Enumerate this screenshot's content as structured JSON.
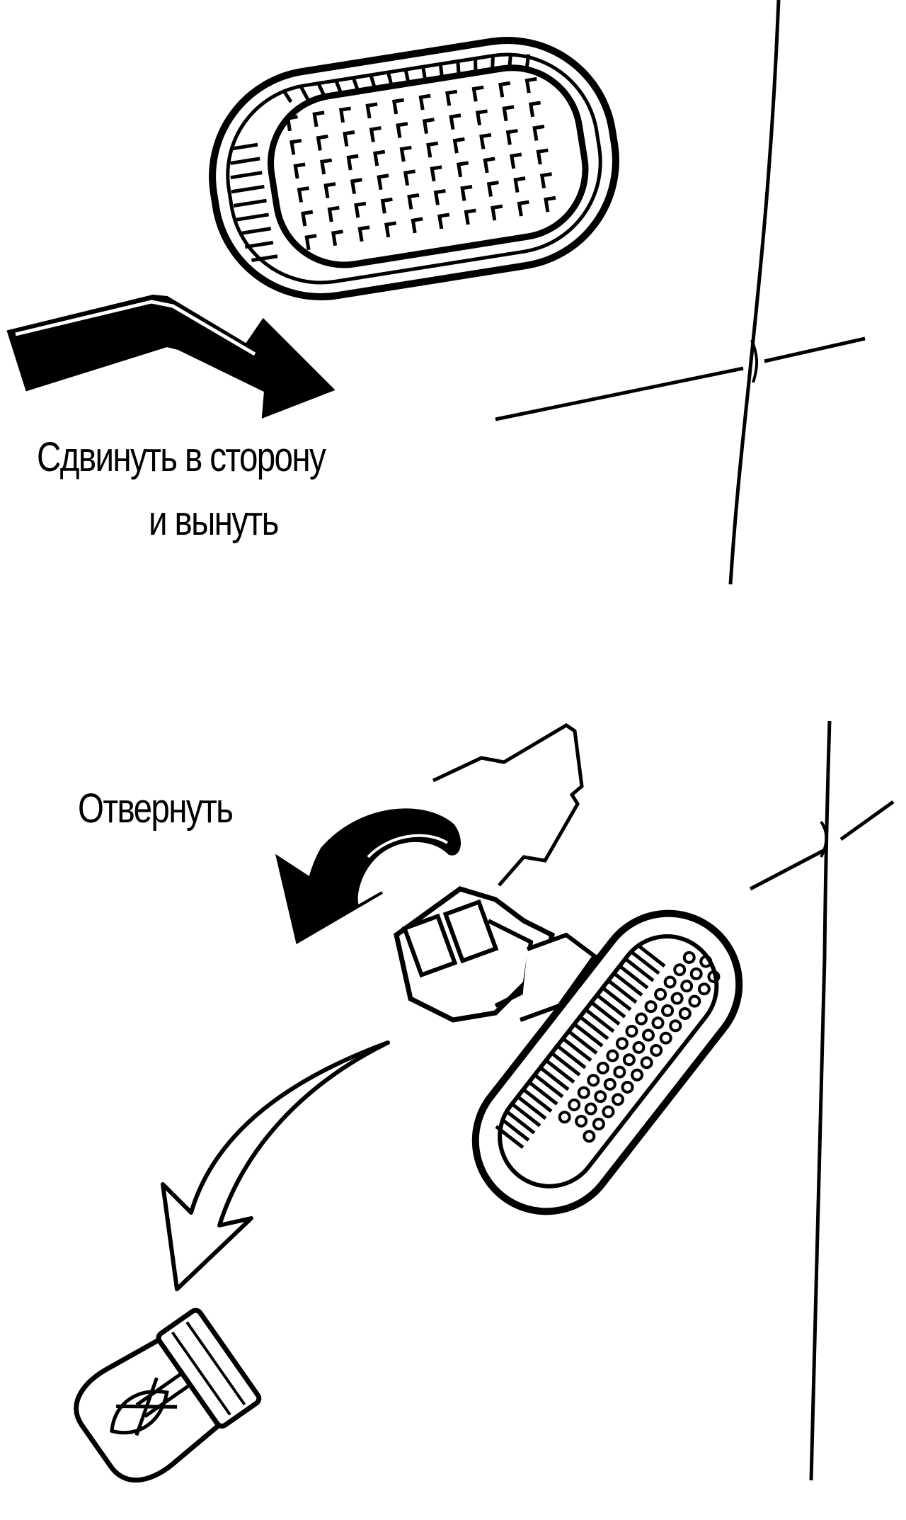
{
  "steps": [
    {
      "label_line1": "Сдвинуть в сторону",
      "label_line2": "и вынуть"
    },
    {
      "label": "Отвернуть"
    }
  ],
  "colors": {
    "ink": "#000000",
    "paper": "#ffffff"
  }
}
